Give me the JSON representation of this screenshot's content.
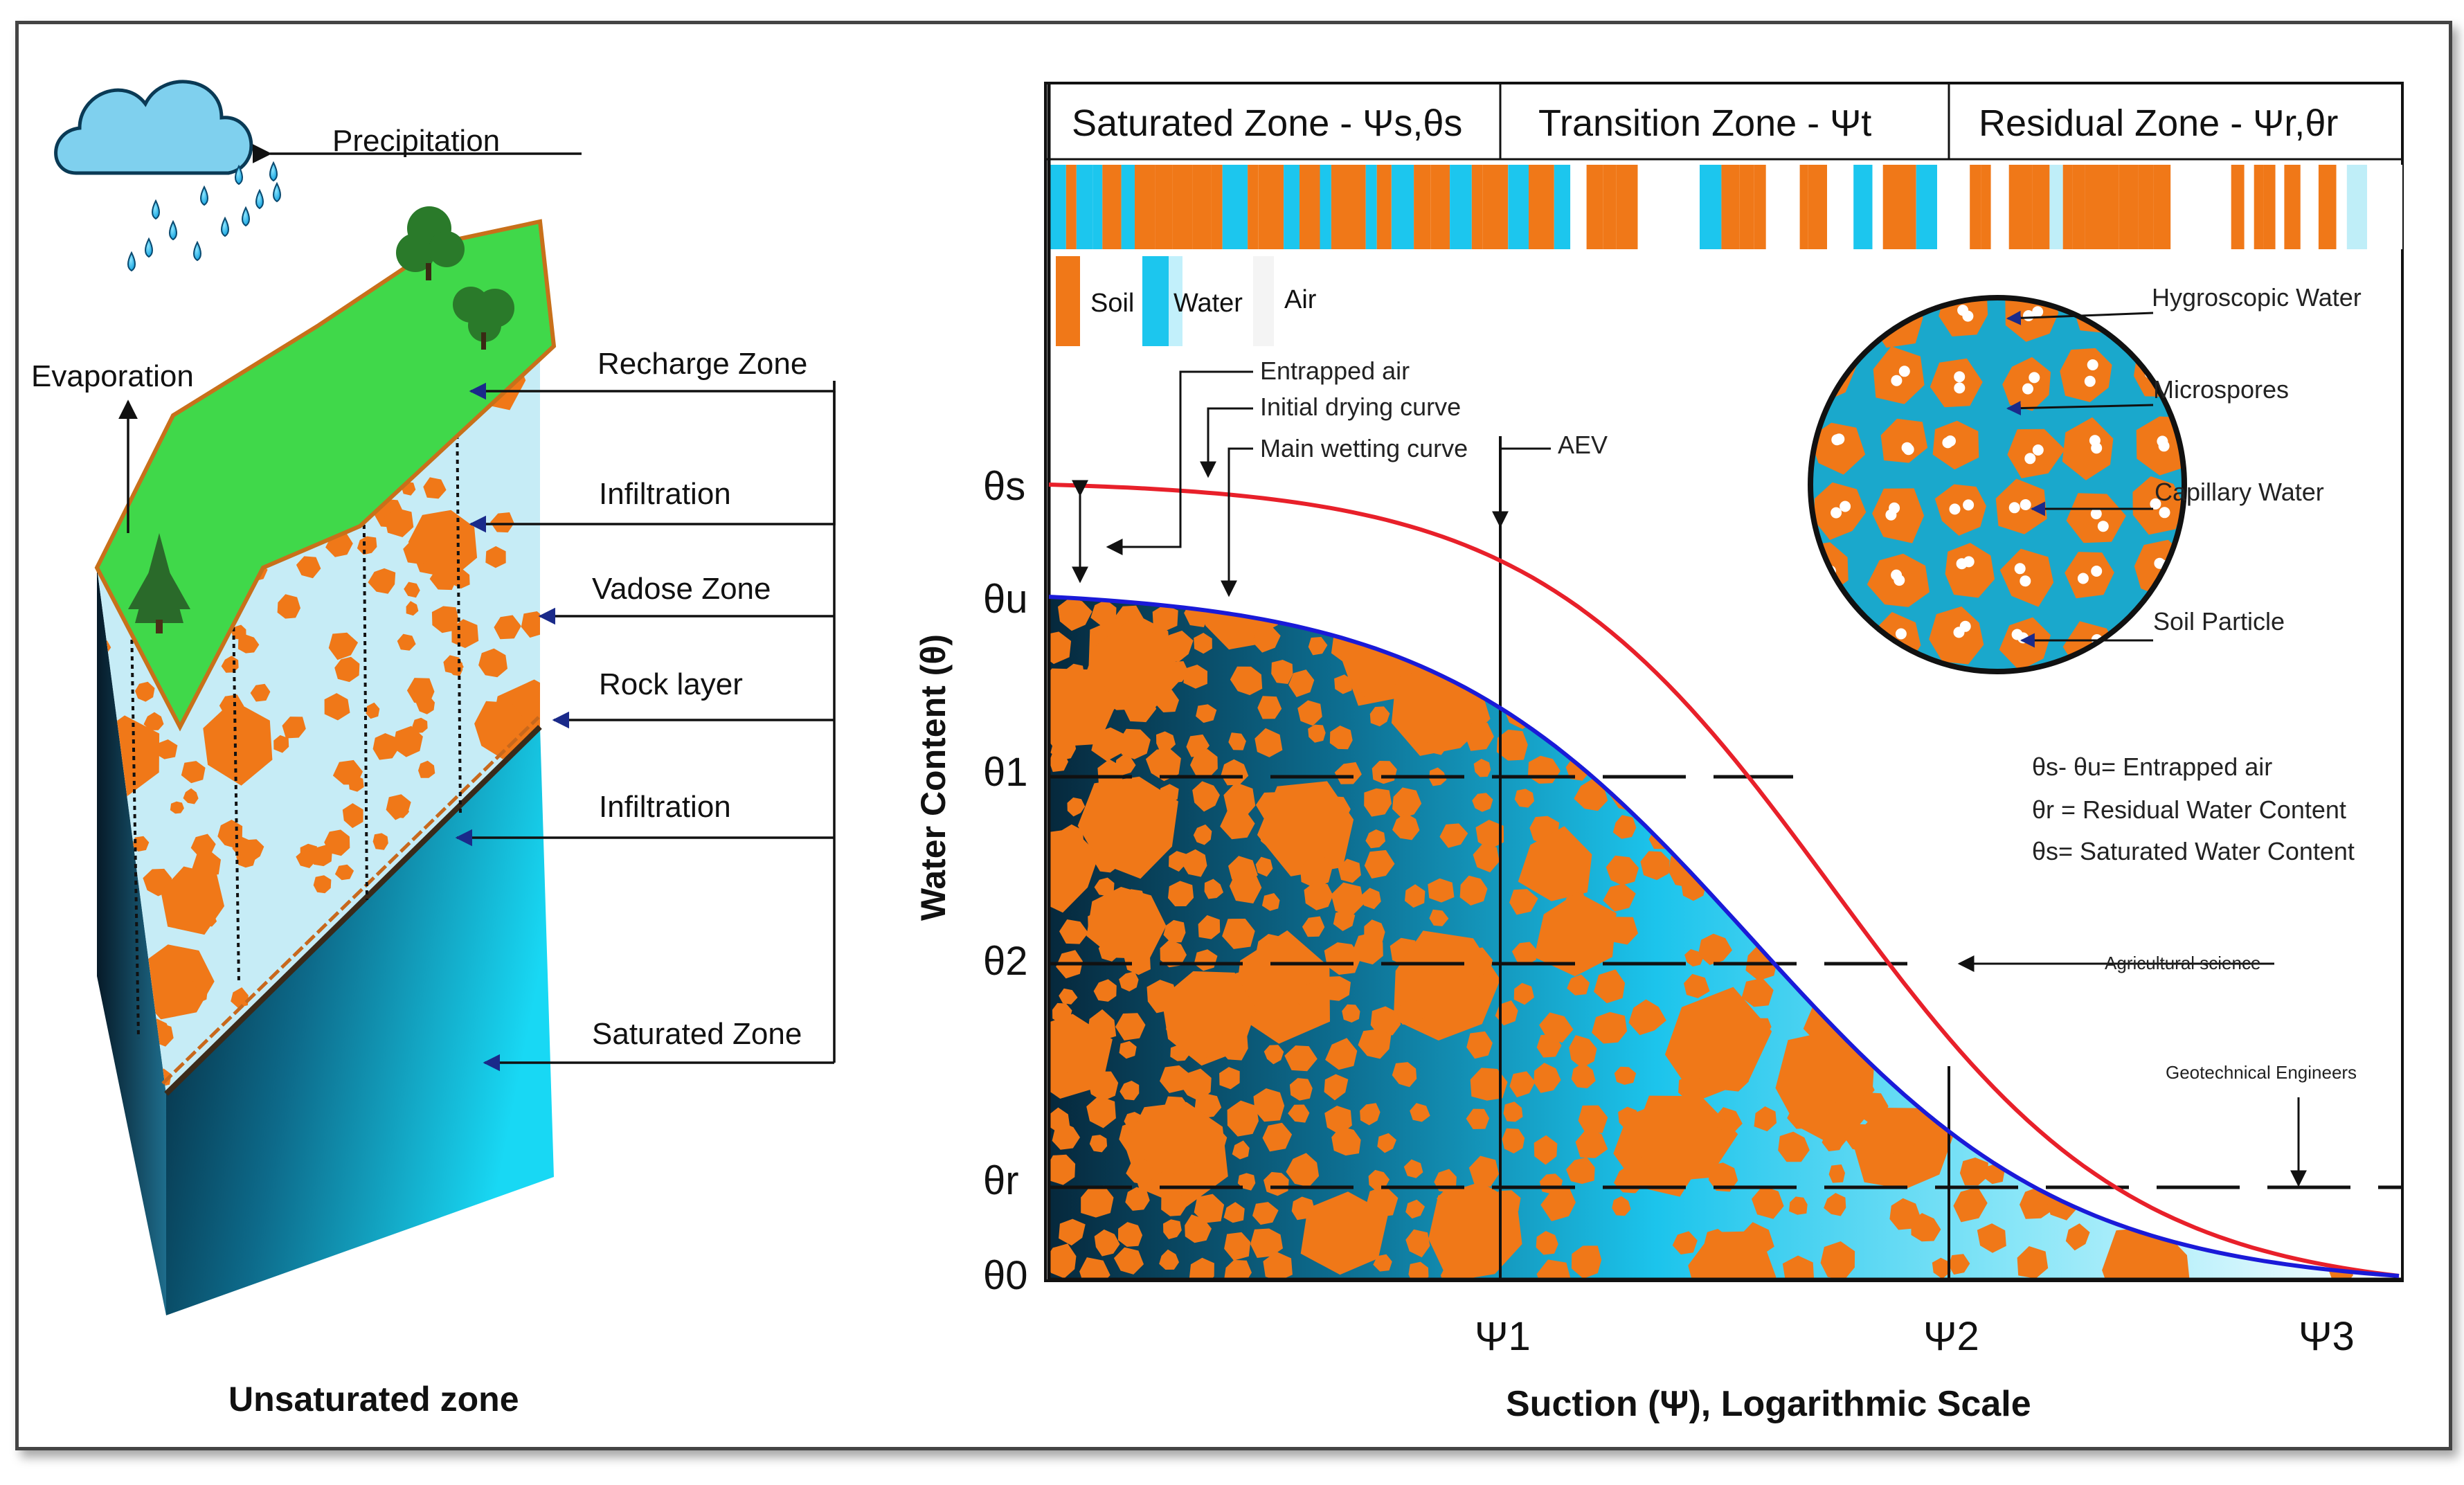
{
  "left_panel": {
    "precipitation": "Precipitation",
    "evaporation": "Evaporation",
    "recharge_zone": "Recharge Zone",
    "infiltration_top": "Infiltration",
    "vadose_zone": "Vadose Zone",
    "rock_layer": "Rock layer",
    "infiltration_bottom": "Infiltration",
    "saturated_zone": "Saturated Zone",
    "caption": "Unsaturated zone"
  },
  "right_panel": {
    "zones": {
      "saturated": "Saturated Zone - Ψs,θs",
      "transition": "Transition Zone - Ψt",
      "residual": "Residual Zone - Ψr,θr"
    },
    "legend": {
      "soil": "Soil",
      "water": "Water",
      "air": "Air"
    },
    "curve_labels": {
      "entrapped_air": "Entrapped air",
      "initial_drying": "Initial drying curve",
      "main_wetting": "Main wetting curve",
      "aev": "AEV"
    },
    "circle_labels": {
      "hygroscopic": "Hygroscopic Water",
      "microspores": "Microspores",
      "capillary": "Capillary Water",
      "soil_particle": "Soil Particle"
    },
    "definitions": {
      "entrapped": "θs- θu=  Entrapped air",
      "residual": "θr =  Residual Water Content",
      "saturated": "θs=   Saturated Water Content"
    },
    "annotations": {
      "agricultural": "Agricultural science",
      "geotechnical": "Geotechnical Engineers"
    },
    "y_axis": "Water Content (θ)",
    "x_axis": "Suction (Ψ), Logarithmic Scale",
    "y_ticks": {
      "s": "θs",
      "u": "θu",
      "t1": "θ1",
      "t2": "θ2",
      "r": "θr",
      "t0": "θ0"
    },
    "x_ticks": {
      "p1": "Ψ1",
      "p2": "Ψ2",
      "p3": "Ψ3"
    },
    "colors": {
      "soil": "#f07818",
      "water": "#1cc6ee",
      "drying_curve": "#e8202a",
      "wetting_curve": "#1a1ad8",
      "grass": "#3ed84a",
      "deep_water": "#0b3550"
    }
  }
}
